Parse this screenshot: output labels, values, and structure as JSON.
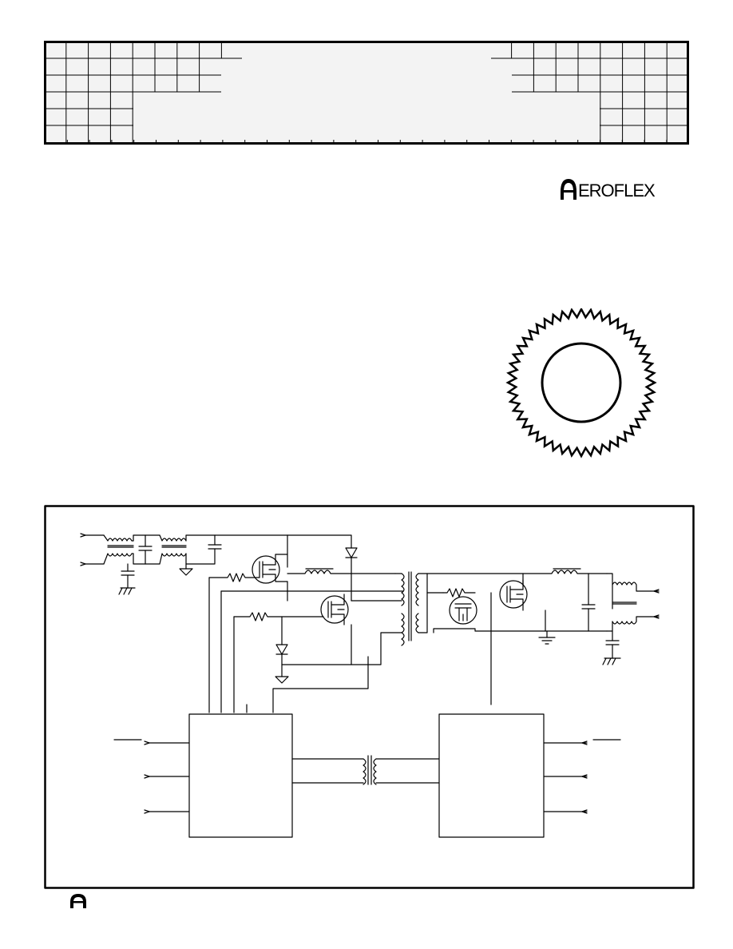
{
  "header": {
    "title": "",
    "subtitle": ""
  },
  "brand": {
    "name": "EROFLEX",
    "logo_icon": "aeroflex-arch-logo",
    "color": "#000000"
  },
  "seal": {
    "icon": "certification-seal-icon",
    "text": ""
  },
  "schematic": {
    "description_text": "",
    "left_inputs": [
      "",
      "",
      ""
    ],
    "right_outputs": [
      "",
      "",
      ""
    ]
  },
  "footer": {
    "logo_icon": "aeroflex-arch-logo"
  }
}
